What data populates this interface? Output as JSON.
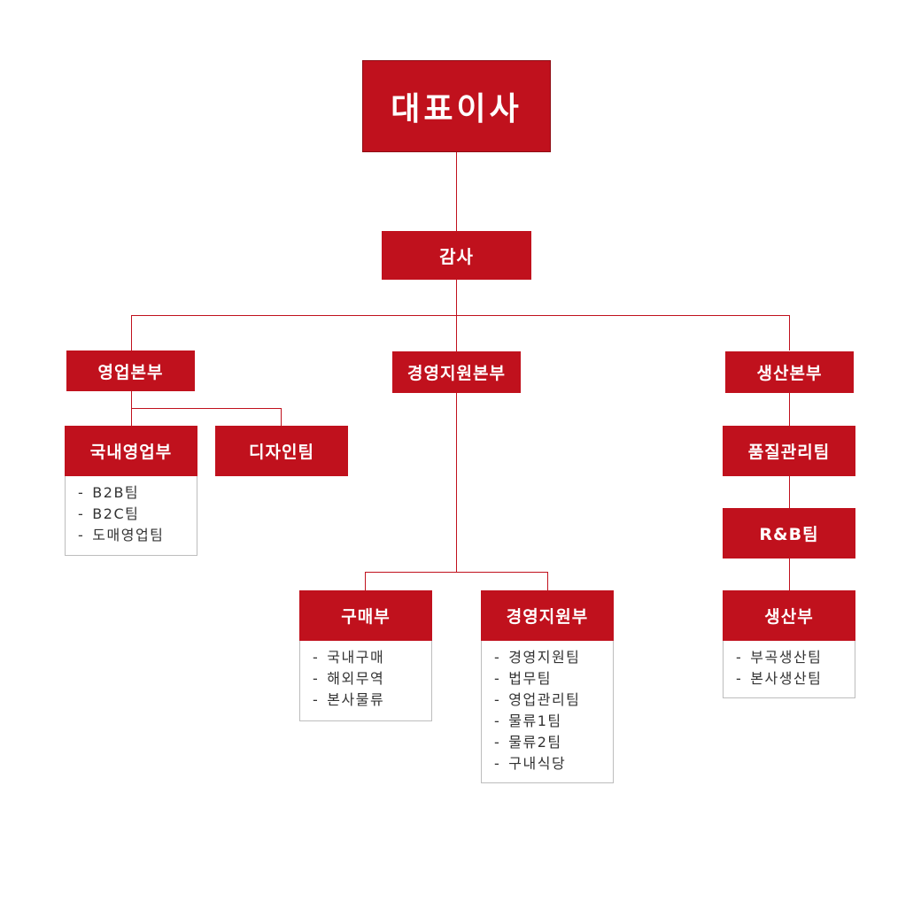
{
  "colors": {
    "box": "#c0111d",
    "line": "#c0111d",
    "list_border": "#bdbdbd",
    "list_text": "#333333"
  },
  "org": {
    "ceo": "대표이사",
    "audit": "감사",
    "sales_hq": "영업본부",
    "domestic_sales": "국내영업부",
    "domestic_sales_teams": [
      "B2B팀",
      "B2C팀",
      "도매영업팀"
    ],
    "design_team": "디자인팀",
    "mgmt_hq": "경영지원본부",
    "purchase": "구매부",
    "purchase_teams": [
      "국내구매",
      "해외무역",
      "본사물류"
    ],
    "mgmt_support": "경영지원부",
    "mgmt_support_teams": [
      "경영지원팀",
      "법무팀",
      "영업관리팀",
      "물류1팀",
      "물류2팀",
      "구내식당"
    ],
    "production_hq": "생산본부",
    "quality_team": "품질관리팀",
    "rnb_team": "R&B팀",
    "production": "생산부",
    "production_teams": [
      "부곡생산팀",
      "본사생산팀"
    ]
  }
}
